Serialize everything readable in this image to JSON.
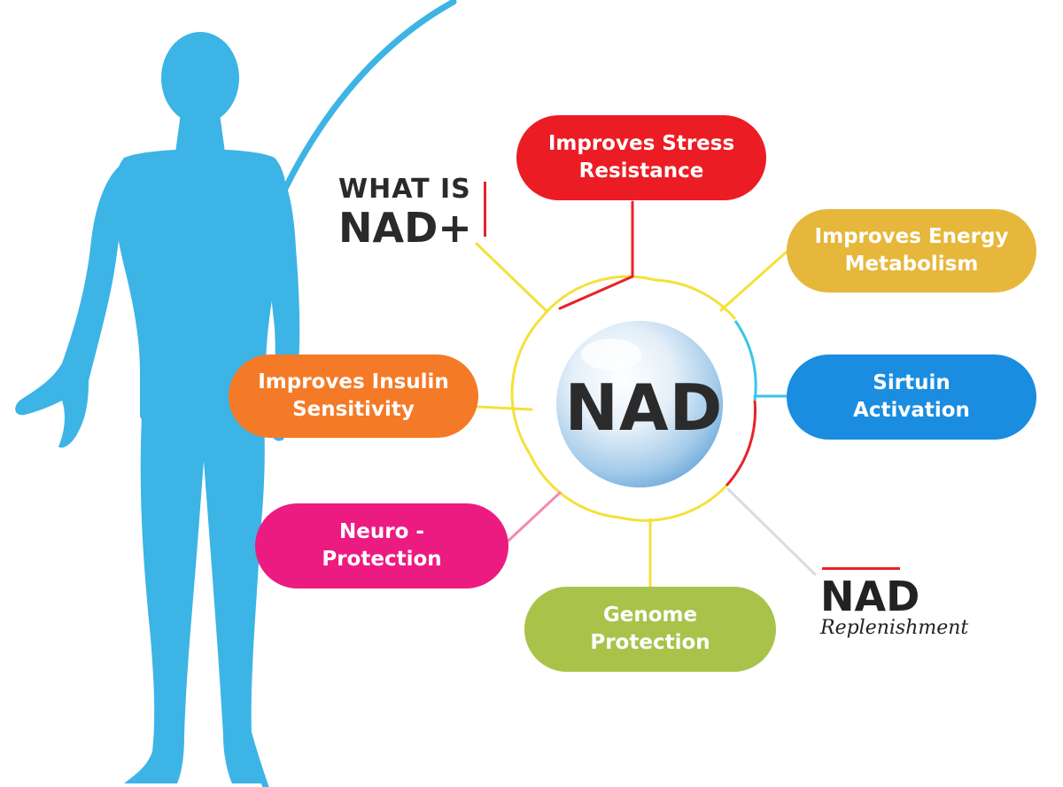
{
  "title": {
    "line1": "WHAT IS",
    "line2": "NAD+"
  },
  "center": {
    "label": "NAD"
  },
  "benefits": [
    {
      "label": "Improves Stress\nResistance",
      "color": "#ec1c24"
    },
    {
      "label": "Improves Energy\nMetabolism",
      "color": "#e6b73a"
    },
    {
      "label": "Sirtuin\nActivation",
      "color": "#1a8de0"
    },
    {
      "label": "Improves Insulin\nSensitivity",
      "color": "#f47a27"
    },
    {
      "label": "Neuro -\nProtection",
      "color": "#ec1b82"
    },
    {
      "label": "Genome\nProtection",
      "color": "#a9c34a"
    }
  ],
  "replenishment": {
    "line1": "NAD",
    "line2": "Replenishment"
  },
  "colors": {
    "figure": "#3cb4e6",
    "ring_yellow": "#f5e03a",
    "ring_red": "#e8222a",
    "ring_cyan": "#38c6e8"
  },
  "icons": {
    "figure": "human-silhouette-icon",
    "sphere": "nad-sphere-icon"
  }
}
